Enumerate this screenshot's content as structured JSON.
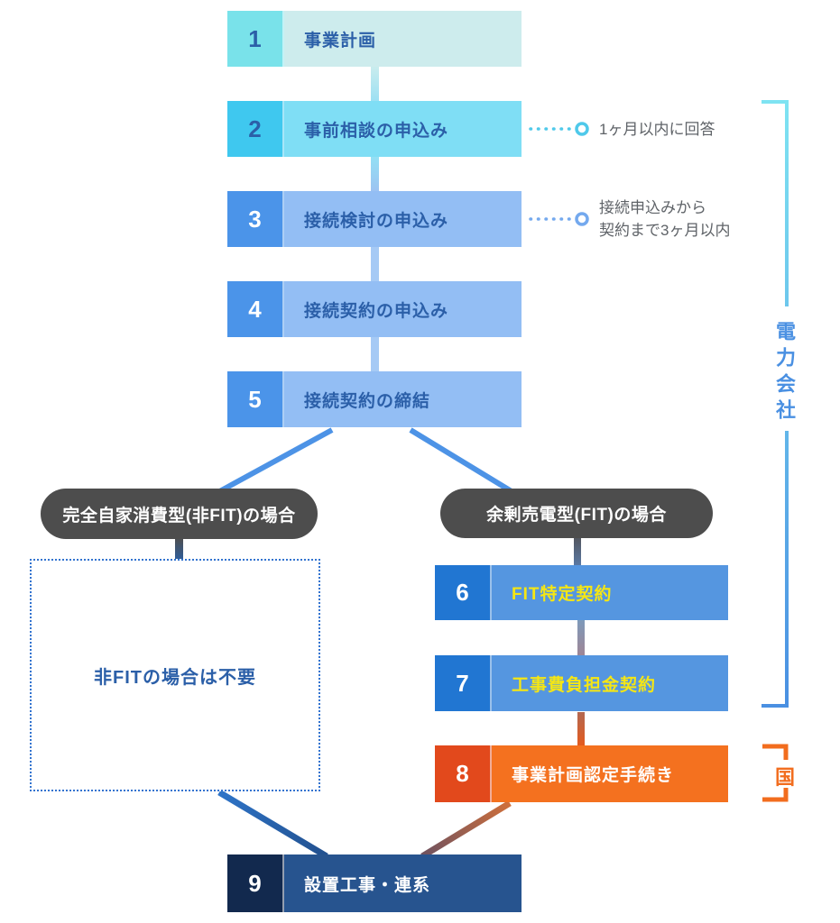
{
  "steps": [
    {
      "num": "1",
      "label": "事業計画",
      "num_bg": "#79e2ea",
      "body_bg": "#cdeced",
      "num_color": "#2b5fa8",
      "label_color": "#2b5fa8"
    },
    {
      "num": "2",
      "label": "事前相談の申込み",
      "num_bg": "#3fc8ef",
      "body_bg": "#7fdef5",
      "num_color": "#2b5fa8",
      "label_color": "#2b5fa8"
    },
    {
      "num": "3",
      "label": "接続検討の申込み",
      "num_bg": "#4b94e9",
      "body_bg": "#93bef4",
      "num_color": "#ffffff",
      "label_color": "#2b5fa8"
    },
    {
      "num": "4",
      "label": "接続契約の申込み",
      "num_bg": "#4b94e9",
      "body_bg": "#93bef4",
      "num_color": "#ffffff",
      "label_color": "#2b5fa8"
    },
    {
      "num": "5",
      "label": "接続契約の締結",
      "num_bg": "#4b94e9",
      "body_bg": "#93bef4",
      "num_color": "#ffffff",
      "label_color": "#2b5fa8"
    },
    {
      "num": "6",
      "label": "FIT特定契約",
      "num_bg": "#2176d2",
      "body_bg": "#5596e0",
      "num_color": "#ffffff",
      "label_color": "#f5e614"
    },
    {
      "num": "7",
      "label": "工事費負担金契約",
      "num_bg": "#2176d2",
      "body_bg": "#5596e0",
      "num_color": "#ffffff",
      "label_color": "#f5e614"
    },
    {
      "num": "8",
      "label": "事業計画認定手続き",
      "num_bg": "#e2491c",
      "body_bg": "#f4711f",
      "num_color": "#ffffff",
      "label_color": "#ffffff"
    },
    {
      "num": "9",
      "label": "設置工事・連系",
      "num_bg": "#12294e",
      "body_bg": "#27548f",
      "num_color": "#ffffff",
      "label_color": "#ffffff"
    }
  ],
  "branches": {
    "left_case": "完全自家消費型(非FIT)の場合",
    "right_case": "余剰売電型(FIT)の場合",
    "skip_note": "非FITの場合は不要",
    "pill_bg": "#4d4d4d"
  },
  "annotations": {
    "step2": "1ヶ月以内に回答",
    "step3_line1": "接続申込みから",
    "step3_line2": "契約まで3ヶ月以内"
  },
  "brackets": {
    "power_company_label": "電力会社",
    "nation_label": "国",
    "power_company_color_top": "#7ee3f2",
    "power_company_color_bottom": "#4a90e2",
    "nation_color": "#f26d1e",
    "annotation_dot_color_step2": "#4fc9ea",
    "annotation_dot_color_step3": "#74a9ee"
  }
}
